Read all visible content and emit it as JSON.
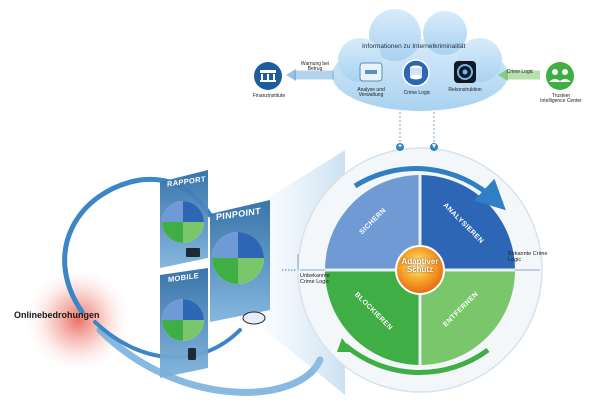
{
  "cloud": {
    "title": "Informationen zu Internetkriminalität",
    "items": [
      {
        "label": "Analyse und Verwaltung",
        "icon": "monitor-icon"
      },
      {
        "label": "Crime Logic",
        "icon": "database-icon"
      },
      {
        "label": "Rekonstruktion",
        "icon": "settings-icon"
      }
    ]
  },
  "left_node": {
    "label": "Finanzinstitute",
    "icon": "bank-icon",
    "link_label": "Warnung bei Betrug"
  },
  "right_node": {
    "label": "Trusteer Intelligence Center",
    "icon": "people-icon",
    "link_label": "Crime Logic"
  },
  "panels": {
    "rapport": "RAPPORT",
    "pinpoint": "PINPOINT",
    "mobile": "MOBILE"
  },
  "threats_label": "Onlinebedrohungen",
  "ring": {
    "center": "Adaptiver Schutz",
    "quadrants": [
      "SICHERN",
      "ANALYSIEREN",
      "BLOCKIEREN",
      "ENTFERNEN"
    ],
    "unknown_label": "Unbekannte Crime Logic",
    "known_label": "Bekannte Crime Logic"
  },
  "badges": {
    "plus": "+",
    "down": "▾"
  },
  "colors": {
    "blue_quad": "#5a8fd0",
    "dark_blue_quad": "#2d66b5",
    "green_quad": "#3fae45",
    "light_green_quad": "#6cc25c",
    "center_orange": "#f5901e",
    "arrow_blue": "#2f7fc4",
    "threat_red": "#d94a3a"
  }
}
